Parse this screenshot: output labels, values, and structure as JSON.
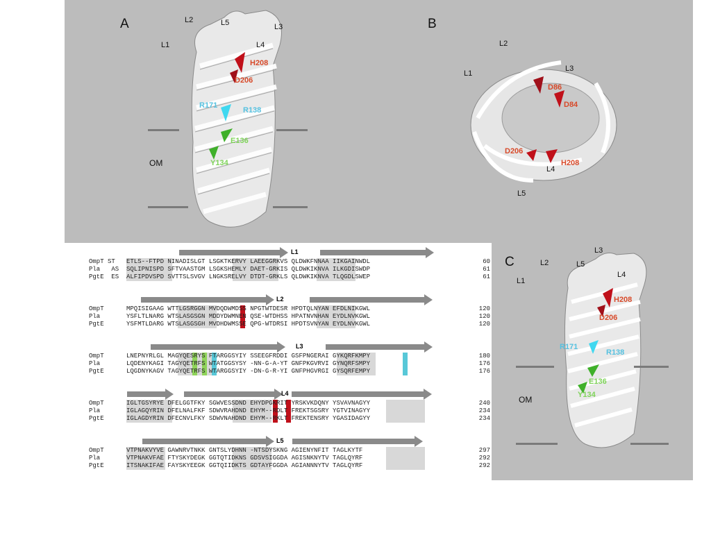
{
  "panels": {
    "A": {
      "letter": "A",
      "loops": [
        "L1",
        "L2",
        "L5",
        "L3",
        "L4"
      ],
      "residues": [
        {
          "text": "H208",
          "color": "red"
        },
        {
          "text": "D206",
          "color": "red"
        },
        {
          "text": "R171",
          "color": "cyan"
        },
        {
          "text": "R138",
          "color": "cyan"
        },
        {
          "text": "E136",
          "color": "green"
        },
        {
          "text": "Y134",
          "color": "green"
        }
      ],
      "om": "OM"
    },
    "B": {
      "letter": "B",
      "loops": [
        "L2",
        "L1",
        "L3",
        "L4",
        "L5"
      ],
      "residues": [
        {
          "text": "D86",
          "color": "red"
        },
        {
          "text": "D84",
          "color": "red"
        },
        {
          "text": "D206",
          "color": "red"
        },
        {
          "text": "H208",
          "color": "red"
        }
      ]
    },
    "C": {
      "letter": "C",
      "loops": [
        "L3",
        "L2",
        "L5",
        "L1",
        "L4"
      ],
      "residues": [
        {
          "text": "H208",
          "color": "red"
        },
        {
          "text": "D206",
          "color": "red"
        },
        {
          "text": "R171",
          "color": "cyan"
        },
        {
          "text": "R138",
          "color": "cyan"
        },
        {
          "text": "E136",
          "color": "green"
        },
        {
          "text": "Y134",
          "color": "green"
        }
      ],
      "om": "OM"
    }
  },
  "colors": {
    "red": "#d84a2a",
    "cyan": "#55c1e0",
    "green": "#7fd35a",
    "panel_bg": "#bcbcbc",
    "highlight_red": "#c0101a",
    "highlight_green": "#8fd35a",
    "highlight_cyan": "#58c8d8"
  },
  "alignment": {
    "blocks": [
      {
        "loop": "L1",
        "rows": [
          {
            "name": "OmpT ST",
            "seq": "ETLS--FTPD NINADISLGT LSGKTKERVY LAEEGGRKVS QLDWKFNNAA IIKGAINWDL",
            "num": "60"
          },
          {
            "name": "Pla   AS",
            "seq": "SQLIPNISPD SFTVAASTGM LSGKSHEMLY DAET-GRKIS QLDWKIKNVA ILKGDISWDP",
            "num": "61"
          },
          {
            "name": "PgtE  ES",
            "seq": "ALFIPDVSPD SVTTSLSVGV LNGKSRELVY DTDT-GRKLS QLDWKIKNVA TLQGDLSWEP",
            "num": "61"
          }
        ]
      },
      {
        "loop": "L2",
        "rows": [
          {
            "name": "OmpT",
            "seq": "MPQISIGAAG WTTLGSRGGN MVDQDWMDSS NPGTWTDESR HPDTQLNYAN EFDLNIKGWL",
            "num": "120"
          },
          {
            "name": "Pla",
            "seq": "YSFLTLNARG WTSLASGSGN MDDYDWMNEN QSE-WTDHSS HPATNVNHAN EYDLNVKGWL",
            "num": "120"
          },
          {
            "name": "PgtE",
            "seq": "YSFMTLDARG WTSLASGSGH MVDHDWMSSE QPG-WTDRSI HPDTSVNYAN EYDLNVKGWL",
            "num": "120"
          }
        ]
      },
      {
        "loop": "L3",
        "rows": [
          {
            "name": "OmpT",
            "seq": "LNEPNYRLGL MAGYQESRYS FTARGGSYIY SSEEGFRDDI GSFPNGERAI GYKQRFKMPY",
            "num": "180"
          },
          {
            "name": "Pla",
            "seq": "LQDENYKAGI TAGYQETRFS WTATGGSYSY -NN-G-A-YT GNFPKGVRVI GYNQRFSMPY",
            "num": "176"
          },
          {
            "name": "PgtE",
            "seq": "LQGDNYKAGV TAGYQETRFS WTARGGSYIY -DN-G-R-YI GNFPHGVRGI GYSQRFEMPY",
            "num": "176"
          }
        ]
      },
      {
        "loop": "L4",
        "rows": [
          {
            "name": "OmpT",
            "seq": "IGLTGSYRYE DFELGGTFKY SGWVESSDND EHYDPGKRIT YRSKVKDQNY YSVAVNAGYY",
            "num": "240"
          },
          {
            "name": "Pla",
            "seq": "IGLAGQYRIN DFELNALFKF SDWVRAHDND EHYM--RDLT FREKTSGSRY YGTVINAGYY",
            "num": "234"
          },
          {
            "name": "PgtE",
            "seq": "IGLAGDYRIN DFECNVLFKY SDWVNAHDND EHYM--RKLT FREKTENSRY YGASIDAGYY",
            "num": "234"
          }
        ]
      },
      {
        "loop": "L5",
        "rows": [
          {
            "name": "OmpT",
            "seq": "VTPNAKVYVE GAWNRVTNKK GNTSLYDHNN -NTSDYSKNG AGIENYNFIT TAGLKYTF",
            "num": "297"
          },
          {
            "name": "Pla",
            "seq": "VTPNAKVFAE FTYSKYDEGK GGTQTIDKNS GDSVSIGGDA AGISNKNYTV TAGLQYRF",
            "num": "292"
          },
          {
            "name": "PgtE",
            "seq": "ITSNAKIFAE FAYSKYEEGK GGTQIIDKTS GDTAYFGGDA AGIANNNYTV TAGLQYRF",
            "num": "292"
          }
        ]
      }
    ]
  }
}
